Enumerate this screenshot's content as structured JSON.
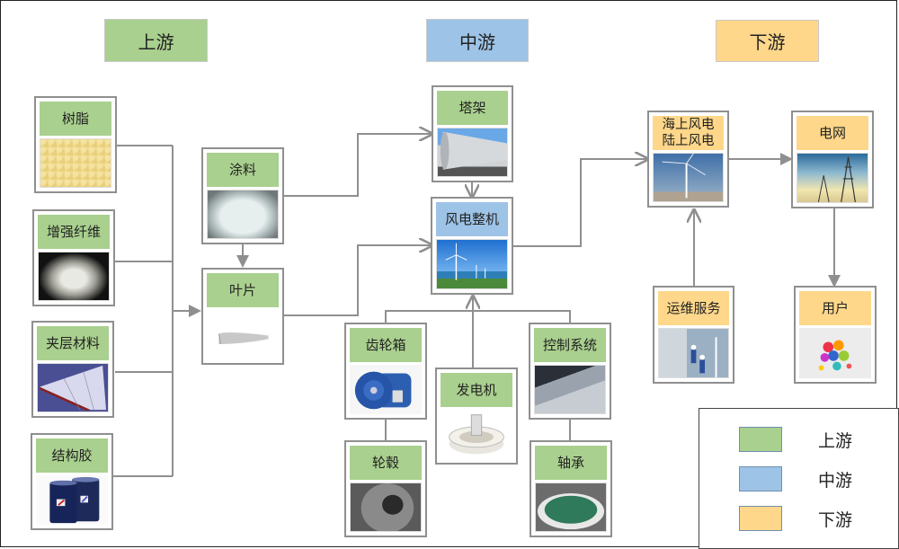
{
  "stages": {
    "upstream": "上游",
    "midstream": "中游",
    "downstream": "下游"
  },
  "colors": {
    "upstream": "#a9d08e",
    "midstream": "#9dc3e6",
    "downstream": "#ffd78a",
    "connector": "#8f8f8f"
  },
  "nodes": {
    "resin": {
      "label": "树脂",
      "image": "resin-pellets-image"
    },
    "fiber": {
      "label": "增强纤维",
      "image": "glass-fiber-image"
    },
    "sandwich": {
      "label": "夹层材料",
      "image": "sandwich-panel-image"
    },
    "adhesive": {
      "label": "结构胶",
      "image": "adhesive-drums-image"
    },
    "coating": {
      "label": "涂料",
      "image": "coating-bucket-image"
    },
    "blade": {
      "label": "叶片",
      "image": "turbine-blade-image"
    },
    "tower": {
      "label": "塔架",
      "image": "tower-section-image"
    },
    "turbine": {
      "label": "风电整机",
      "image": "wind-farm-image"
    },
    "gearbox": {
      "label": "齿轮箱",
      "image": "gearbox-image"
    },
    "generator": {
      "label": "发电机",
      "image": "generator-image"
    },
    "control": {
      "label": "控制系统",
      "image": "control-cabinet-image"
    },
    "hub": {
      "label": "轮毂",
      "image": "hub-image"
    },
    "bearing": {
      "label": "轴承",
      "image": "bearing-ring-image"
    },
    "windpower": {
      "label_line1": "海上风电",
      "label_line2": "陆上风电",
      "image": "wind-turbine-image"
    },
    "grid": {
      "label": "电网",
      "image": "power-grid-image"
    },
    "om": {
      "label": "运维服务",
      "image": "maintenance-workers-image"
    },
    "users": {
      "label": "用户",
      "image": "users-crowd-image"
    }
  },
  "legend": {
    "items": [
      {
        "label": "上游",
        "color": "#a9d08e"
      },
      {
        "label": "中游",
        "color": "#9dc3e6"
      },
      {
        "label": "下游",
        "color": "#ffd78a"
      }
    ]
  }
}
